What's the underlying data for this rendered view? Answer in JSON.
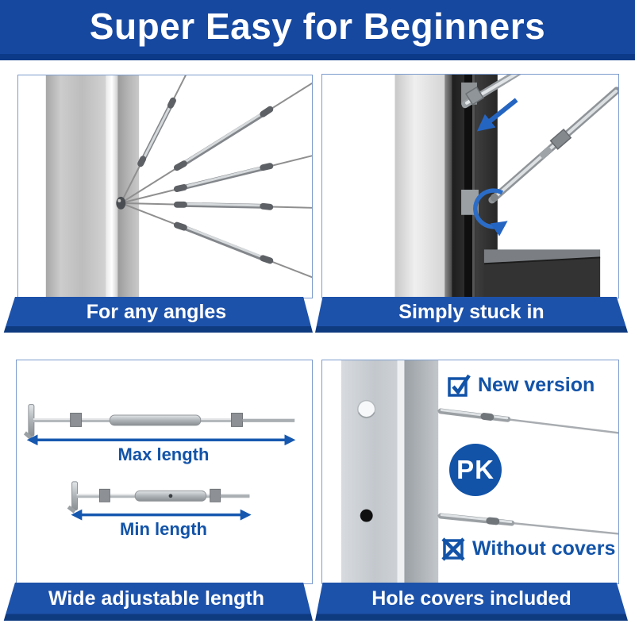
{
  "header": {
    "title": "Super Easy for Beginners"
  },
  "panels": {
    "angles": {
      "caption": "For any angles"
    },
    "stuck": {
      "caption": "Simply stuck in"
    },
    "length": {
      "caption": "Wide adjustable length",
      "max_label": "Max length",
      "min_label": "Min length"
    },
    "covers": {
      "caption": "Hole covers included",
      "new_version_label": "New version",
      "without_covers_label": "Without covers",
      "badge": "PK"
    }
  },
  "colors": {
    "header_blue": "#1648a0",
    "header_dark_strip": "#0d3a88",
    "ribbon_blue": "#1d52aa",
    "ribbon_dark_strip": "#0e3a80",
    "accent_text_blue": "#1253a8",
    "arrow_blue": "#2565c2",
    "panel_border_blue": "#7d9cce"
  }
}
